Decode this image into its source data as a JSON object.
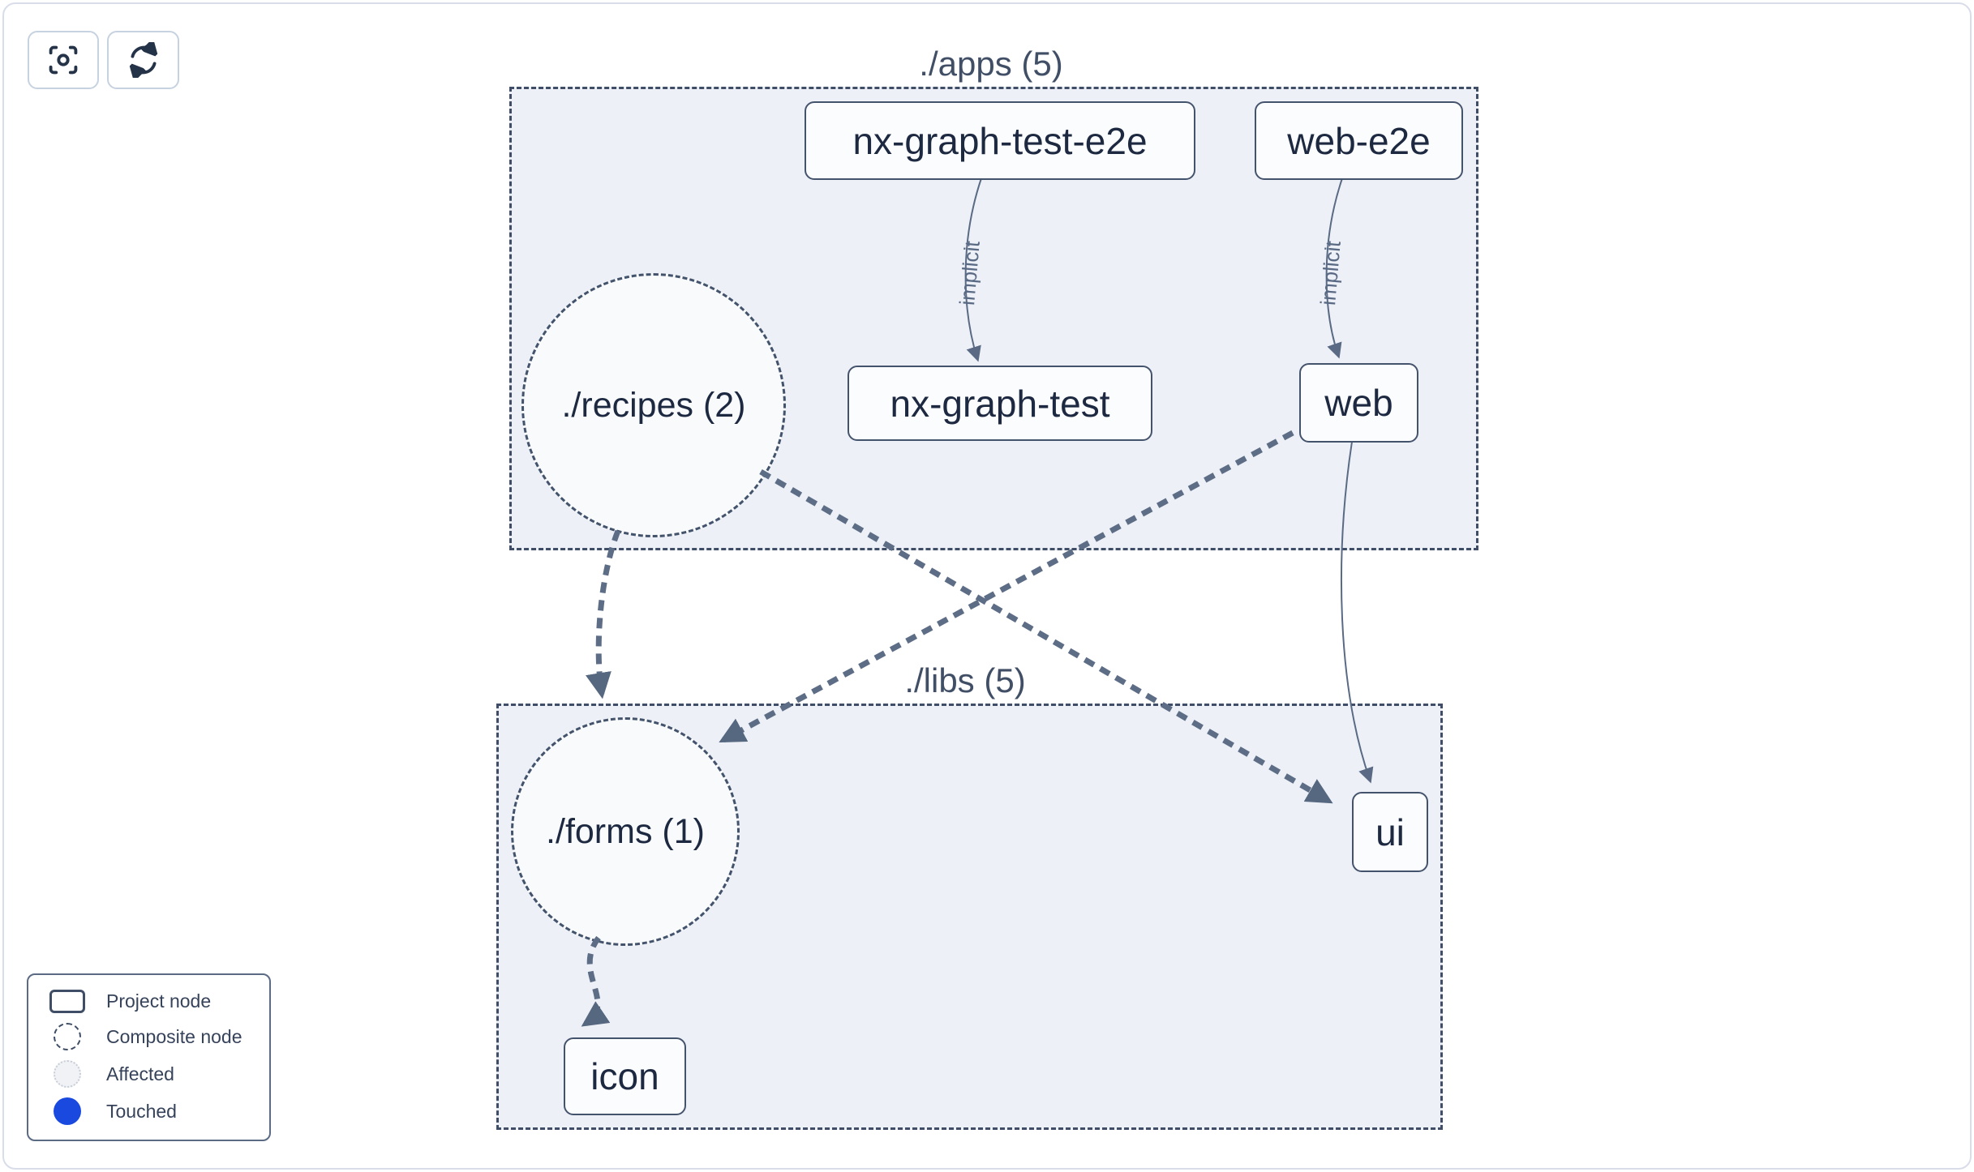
{
  "toolbar": {
    "buttons": [
      {
        "name": "center-graph",
        "icon": "focus-icon"
      },
      {
        "name": "refresh-graph",
        "icon": "refresh-icon"
      }
    ]
  },
  "groups": [
    {
      "id": "apps",
      "label": "./apps (5)"
    },
    {
      "id": "libs",
      "label": "./libs (5)"
    }
  ],
  "nodes": [
    {
      "id": "nx-graph-test-e2e",
      "label": "nx-graph-test-e2e",
      "type": "project",
      "group": "apps"
    },
    {
      "id": "web-e2e",
      "label": "web-e2e",
      "type": "project",
      "group": "apps"
    },
    {
      "id": "nx-graph-test",
      "label": "nx-graph-test",
      "type": "project",
      "group": "apps"
    },
    {
      "id": "web",
      "label": "web",
      "type": "project",
      "group": "apps"
    },
    {
      "id": "recipes",
      "label": "./recipes (2)",
      "type": "composite",
      "group": "apps"
    },
    {
      "id": "forms",
      "label": "./forms (1)",
      "type": "composite",
      "group": "libs"
    },
    {
      "id": "ui",
      "label": "ui",
      "type": "project",
      "group": "libs"
    },
    {
      "id": "icon",
      "label": "icon",
      "type": "project",
      "group": "libs"
    }
  ],
  "edges": [
    {
      "source": "nx-graph-test-e2e",
      "target": "nx-graph-test",
      "label": "implicit",
      "style": "solid"
    },
    {
      "source": "web-e2e",
      "target": "web",
      "label": "implicit",
      "style": "solid"
    },
    {
      "source": "./recipes",
      "target": "./forms",
      "label": "",
      "style": "dashed"
    },
    {
      "source": "./recipes",
      "target": "ui",
      "label": "",
      "style": "dashed"
    },
    {
      "source": "web",
      "target": "./forms",
      "label": "",
      "style": "dashed"
    },
    {
      "source": "web",
      "target": "ui",
      "label": "",
      "style": "solid"
    },
    {
      "source": "./forms",
      "target": "icon",
      "label": "",
      "style": "dashed"
    }
  ],
  "legend": {
    "items": [
      {
        "label": "Project node",
        "swatch": "project-rect-swatch"
      },
      {
        "label": "Composite node",
        "swatch": "composite-circle-swatch"
      },
      {
        "label": "Affected",
        "swatch": "affected-circle-swatch"
      },
      {
        "label": "Touched",
        "swatch": "touched-circle-swatch",
        "color": "#1a49e0"
      }
    ]
  },
  "colors": {
    "container_bg": "#edf1f7",
    "node_border": "#44536c",
    "edge": "#5a6a84",
    "touched_blue": "#1a49e0",
    "page_border": "#d9dde9"
  }
}
